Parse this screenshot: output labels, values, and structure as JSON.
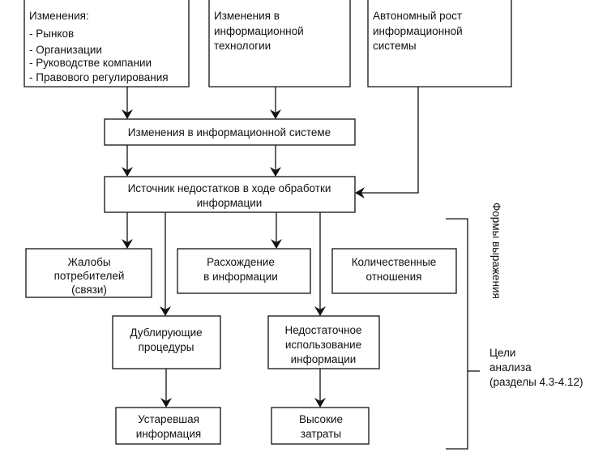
{
  "boxes": {
    "market": {
      "title": "Изменения:",
      "items": [
        "- Рынков",
        "- Организации",
        "- Руководстве компании",
        "- Правового регулирования"
      ]
    },
    "it": {
      "lines": [
        "Изменения в",
        "информационной",
        "технологии"
      ]
    },
    "auto": {
      "lines": [
        "Автономный рост",
        "информационной",
        "системы"
      ]
    },
    "is_change": {
      "lines": [
        "Изменения в информационной системе"
      ]
    },
    "source": {
      "lines": [
        "Источник недостатков в ходе обработки",
        "информации"
      ]
    },
    "complaints": {
      "lines": [
        "Жалобы",
        "потребителей",
        "(связи)"
      ]
    },
    "discrepancy": {
      "lines": [
        "Расхождение",
        "в информации"
      ]
    },
    "quantitative": {
      "lines": [
        "Количественные",
        "отношения"
      ]
    },
    "duplicate": {
      "lines": [
        "Дублирующие",
        "процедуры"
      ]
    },
    "insufficient": {
      "lines": [
        "Недостаточное",
        "использование",
        "информации"
      ]
    },
    "outdated": {
      "lines": [
        "Устаревшая",
        "информация"
      ]
    },
    "costs": {
      "lines": [
        "Высокие",
        "затраты"
      ]
    }
  },
  "side_labels": {
    "forms": "Формы выражения",
    "goals": [
      "Цели",
      "анализа",
      "(разделы 4.3-4.12)"
    ]
  }
}
